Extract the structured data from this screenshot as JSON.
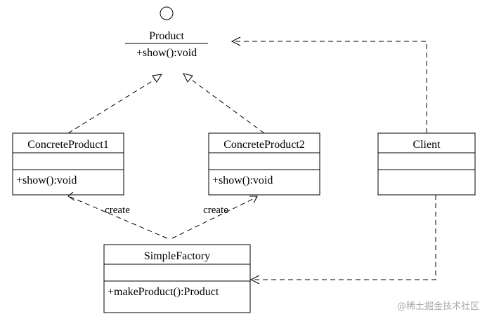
{
  "interface": {
    "name": "Product",
    "method": "+show():void"
  },
  "classes": {
    "concrete1": {
      "name": "ConcreteProduct1",
      "method": "+show():void"
    },
    "concrete2": {
      "name": "ConcreteProduct2",
      "method": "+show():void"
    },
    "client": {
      "name": "Client"
    },
    "factory": {
      "name": "SimpleFactory",
      "method": "+makeProduct():Product"
    }
  },
  "relations": {
    "create_label_1": "create",
    "create_label_2": "create"
  },
  "watermark": "@稀土掘金技术社区"
}
